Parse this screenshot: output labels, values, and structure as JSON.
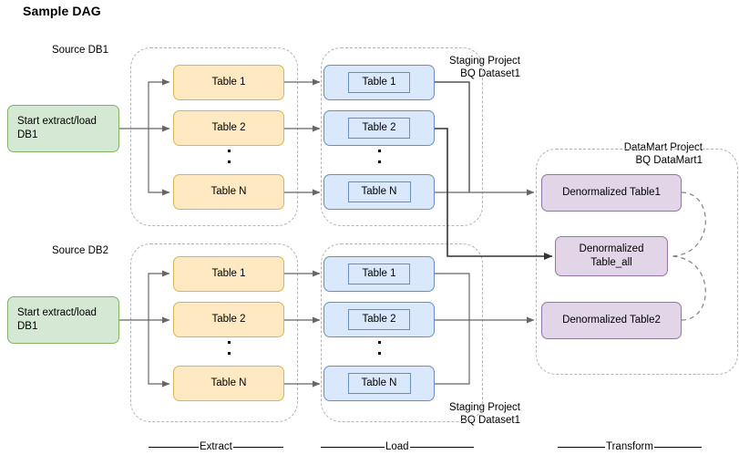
{
  "diagram": {
    "title": "Sample DAG",
    "colors": {
      "source_fill": "#d5e8d4",
      "source_stroke": "#82b366",
      "extract_fill": "#ffe9c2",
      "extract_stroke": "#d6b656",
      "load_fill": "#dae8fc",
      "load_stroke": "#6c8ebf",
      "transform_fill": "#e1d5e7",
      "transform_stroke": "#9673a6",
      "group_stroke": "#b3b3b3",
      "edge_stroke": "#666666",
      "edge_stroke_dark": "#000000"
    }
  },
  "labels": {
    "source_db1": "Source DB1",
    "source_db2": "Source DB2",
    "staging_top": "Staging Project\nBQ Dataset1",
    "staging_bottom": "Staging Project\nBQ Dataset1",
    "datamart": "DataMart Project\nBQ DataMart1"
  },
  "sources": [
    {
      "id": "start-db1-top",
      "label": "Start extract/load\nDB1"
    },
    {
      "id": "start-db1-bottom",
      "label": "Start extract/load\nDB1"
    }
  ],
  "extract": {
    "group_top": {
      "tables": [
        "Table 1",
        "Table 2",
        "Table N"
      ]
    },
    "group_bottom": {
      "tables": [
        "Table 1",
        "Table 2",
        "Table N"
      ]
    }
  },
  "load": {
    "group_top": {
      "tables": [
        "Table 1",
        "Table 2",
        "Table N"
      ]
    },
    "group_bottom": {
      "tables": [
        "Table 1",
        "Table 2",
        "Table N"
      ]
    }
  },
  "transform": {
    "tables": [
      "Denormalized Table1",
      "Denormalized\nTable_all",
      "Denormalized Table2"
    ]
  },
  "phases": [
    {
      "name": "Extract"
    },
    {
      "name": "Load"
    },
    {
      "name": "Transform"
    }
  ]
}
